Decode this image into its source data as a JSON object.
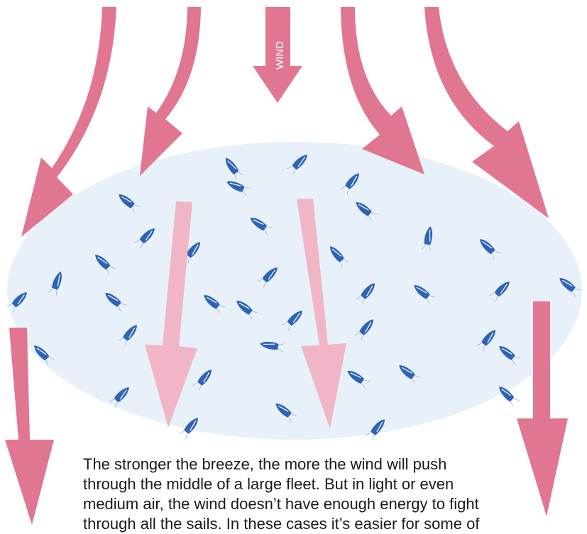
{
  "wind_label": "WIND",
  "colors": {
    "arrow": "#e07690",
    "arrow_light": "#f0b6c6",
    "fleet_area": "#e8f1fa",
    "boat": "#2f63b6"
  },
  "caption_lines": [
    "The stronger the breeze, the more the wind will push",
    "through the middle of a large fleet. But in light or even",
    "medium air, the wind doesn’t have enough energy to fight",
    "through all the sails. In these cases it’s easier for some of"
  ]
}
